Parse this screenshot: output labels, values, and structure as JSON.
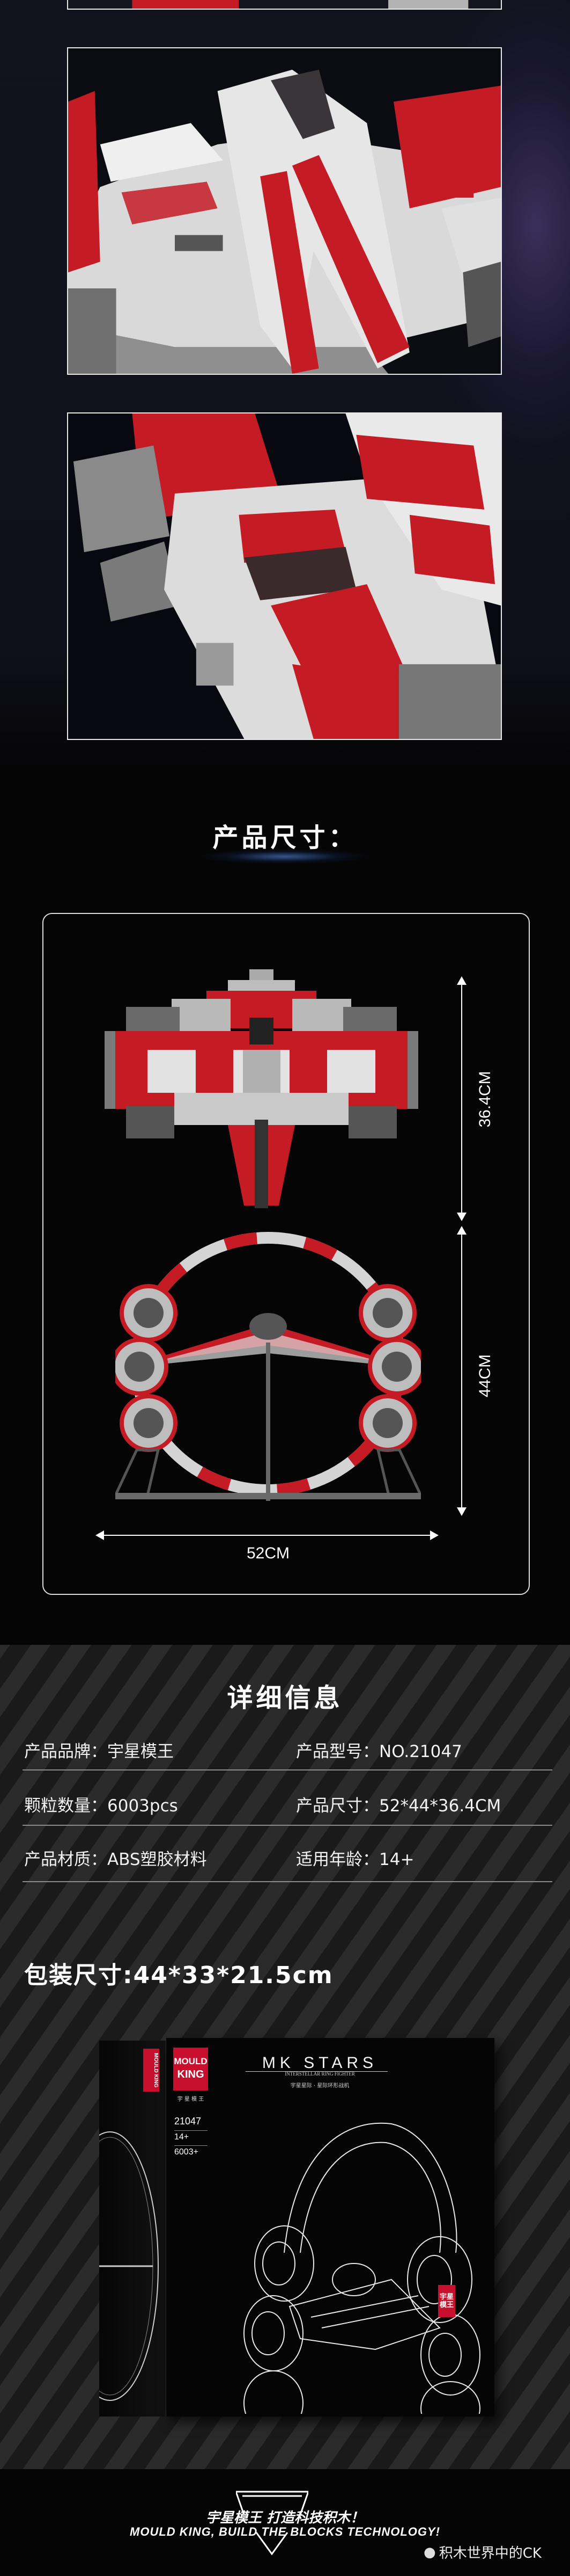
{
  "gallery": {
    "images": [
      {
        "name": "ship-photo-partial"
      },
      {
        "name": "ship-photo-front-angle"
      },
      {
        "name": "ship-photo-rear-angle"
      }
    ]
  },
  "dimensions": {
    "title": "产品尺寸：",
    "height_top": "36.4CM",
    "height_bottom": "44CM",
    "width": "52CM"
  },
  "details": {
    "title": "详细信息",
    "rows": [
      [
        {
          "label": "产品品牌：",
          "value": "宇星模王"
        },
        {
          "label": "产品型号：",
          "value": "NO.21047"
        }
      ],
      [
        {
          "label": "颗粒数量：",
          "value": "6003pcs"
        },
        {
          "label": "产品尺寸：",
          "value": "52*44*36.4CM"
        }
      ],
      [
        {
          "label": "产品材质：",
          "value": "ABS塑胶材料"
        },
        {
          "label": "适用年龄：",
          "value": "14+"
        }
      ]
    ],
    "package_size": "包装尺寸:44*33*21.5cm"
  },
  "box": {
    "logo_line1": "MOULD",
    "logo_line2": "KING",
    "logo_cn": "宇 星 模 王",
    "title": "MK STARS",
    "subtitle": "INTERSTELLAR RING FIGHTER",
    "subtitle_cn": "宇星星际 · 星际环形战机",
    "model": "21047",
    "age": "14+",
    "pieces": "6003+",
    "badge": "宇星模王"
  },
  "footer": {
    "slogan_cn": "宇星模王 打造科技积木！",
    "slogan_en": "MOULD KING, BUILD THE BLOCKS TECHNOLOGY!",
    "watermark": "积木世界中的CK"
  },
  "colors": {
    "accent": "#c8102e",
    "ship_red": "#c41b24",
    "ship_white": "#e4e4e4",
    "ship_gray": "#8a8a8a"
  }
}
